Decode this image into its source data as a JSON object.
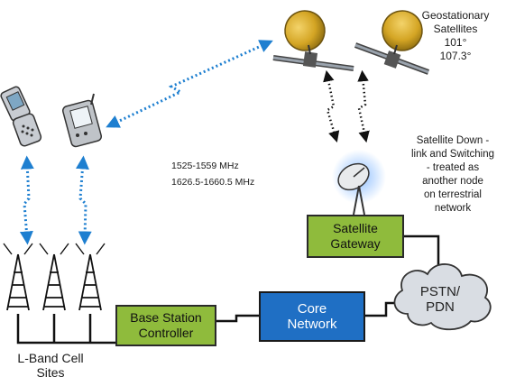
{
  "satellites_label": [
    "Geostationary",
    "Satellites",
    "101°",
    "107.3°"
  ],
  "frequency_bands": [
    "1525-1559 MHz",
    "1626.5-1660.5 MHz"
  ],
  "satellite_downlink_note": [
    "Satellite Down -",
    "link and Switching",
    "- treated as",
    "another node",
    "on terrestrial",
    "network"
  ],
  "nodes": {
    "satellite_gateway": [
      "Satellite",
      "Gateway"
    ],
    "base_station_controller": [
      "Base Station",
      "Controller"
    ],
    "core_network": [
      "Core",
      "Network"
    ],
    "pstn_pdn": [
      "PSTN/",
      "PDN"
    ]
  },
  "cell_sites_label": [
    "L-Band Cell",
    "Sites"
  ],
  "colors": {
    "node_green": "#8fbb3c",
    "core_blue": "#1f6fc4",
    "link_blue": "#1e7fd0",
    "cloud_gray": "#d9dde3",
    "dish_gold": "#c89a16"
  },
  "icons": [
    "flip-phone-icon",
    "pda-phone-icon",
    "satellite-icon",
    "satellite-dish-icon",
    "cell-tower-icon",
    "cloud-icon"
  ]
}
